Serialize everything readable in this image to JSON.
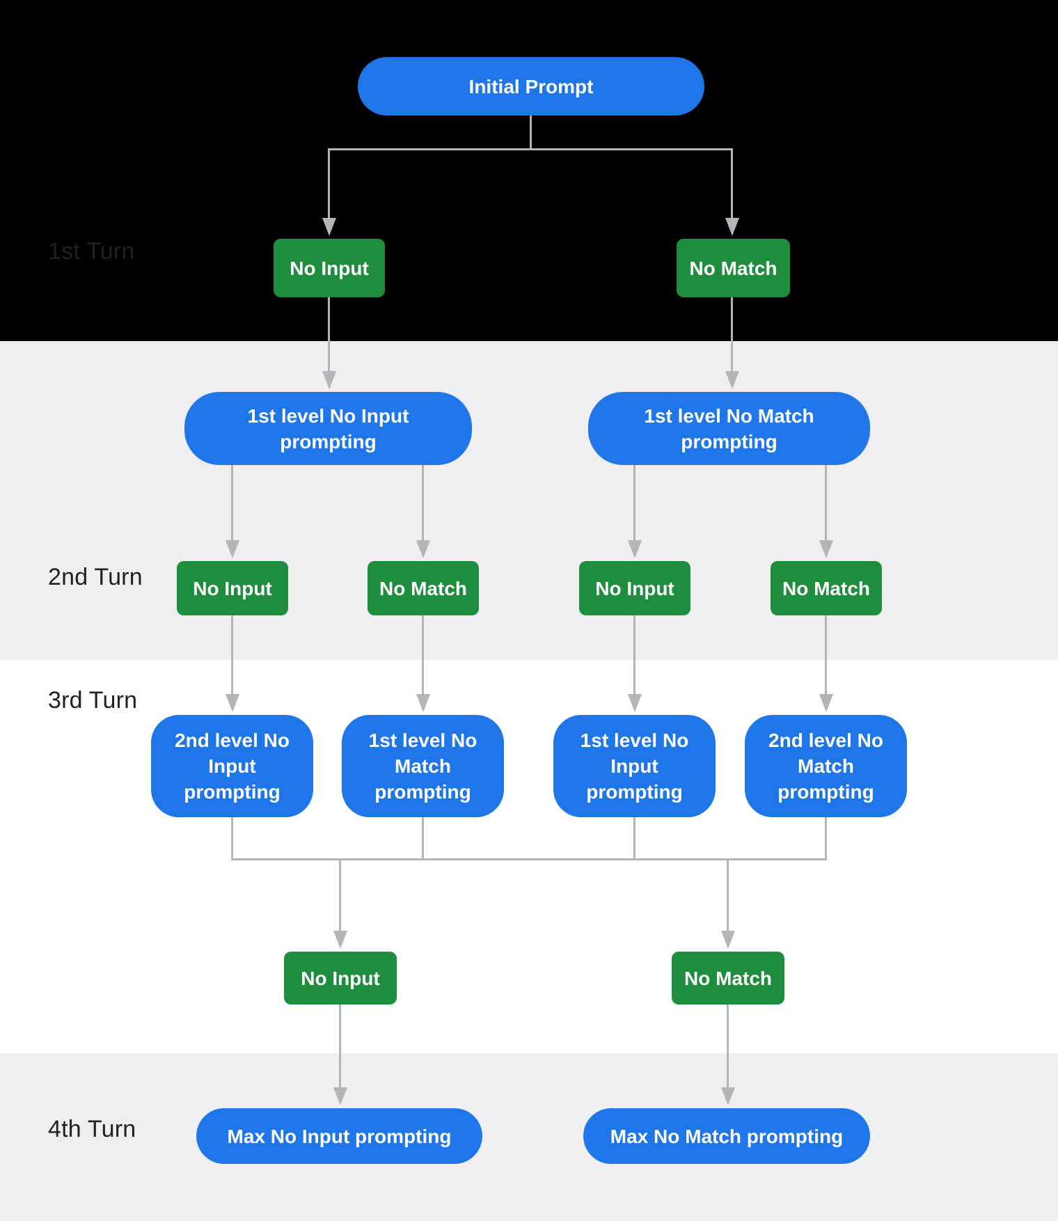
{
  "colors": {
    "node_blue": "#1E76E8",
    "node_green": "#1E8E3E",
    "connector_gray": "#B3B5B9",
    "turn_label_text": "#202124",
    "band_black": "#000000",
    "band_gray": "#EFEFF1",
    "band_white": "#FFFFFF",
    "node_text": "#FFFFFF"
  },
  "turn_labels": [
    "1st Turn",
    "2nd Turn",
    "3rd Turn",
    "4th Turn"
  ],
  "nodes": {
    "initial": "Initial Prompt",
    "turn1": [
      "No Input",
      "No Match"
    ],
    "level1_prompts": [
      "1st level No Input\nprompting",
      "1st level No Match\nprompting"
    ],
    "turn2": [
      "No Input",
      "No Match",
      "No Input",
      "No Match"
    ],
    "level2_prompts": [
      "2nd level No\nInput\nprompting",
      "1st level No\nMatch\nprompting",
      "1st level No\nInput\nprompting",
      "2nd level No\nMatch\nprompting"
    ],
    "turn3": [
      "No Input",
      "No Match"
    ],
    "max_prompts": [
      "Max No Input prompting",
      "Max No Match prompting"
    ]
  }
}
